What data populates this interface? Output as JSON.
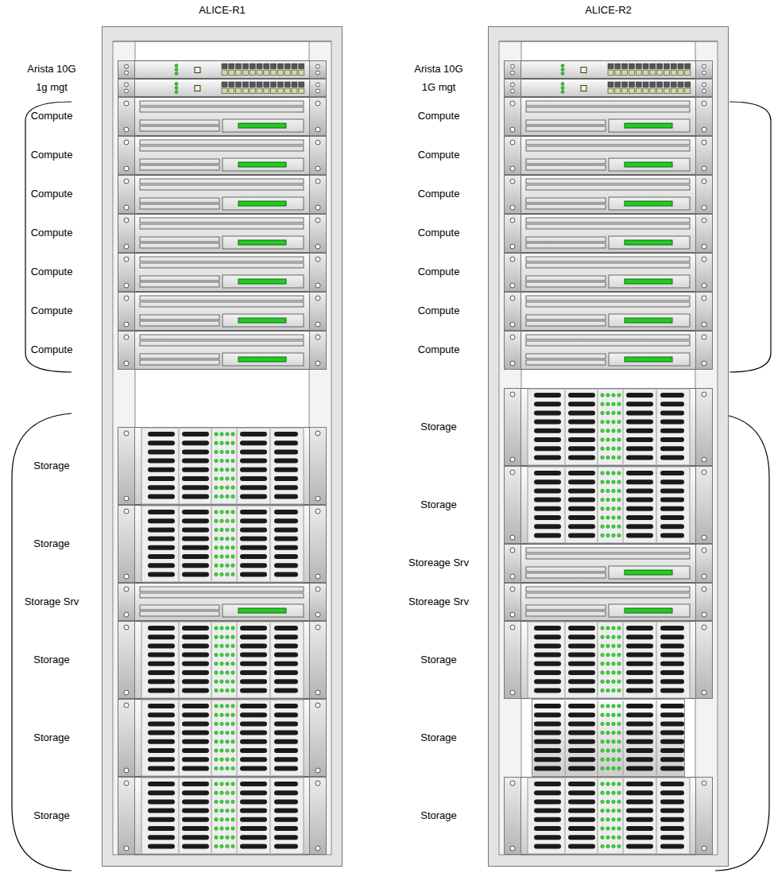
{
  "diagram": {
    "nodes": [
      {
        "text": [
          "ALICE-R1"
        ]
      },
      {
        "text": [
          "Arista 10G"
        ],
        "in": 0
      },
      {
        "text": [
          "1g mgt"
        ],
        "in": 0
      },
      {
        "text": [
          "Compute"
        ],
        "in": 0
      },
      {
        "text": [
          "Compute"
        ],
        "in": 0
      },
      {
        "text": [
          "Compute"
        ],
        "in": 0
      },
      {
        "text": [
          "Compute"
        ],
        "in": 0
      },
      {
        "text": [
          "Compute"
        ],
        "in": 0
      },
      {
        "text": [
          "Compute"
        ],
        "in": 0
      },
      {
        "text": [
          "Compute"
        ],
        "in": 0
      },
      {
        "text": [
          "Storage"
        ],
        "in": 0
      },
      {
        "text": [
          "Storage"
        ],
        "in": 0
      },
      {
        "text": [
          "Storage Srv"
        ],
        "in": 0
      },
      {
        "text": [
          "Storage"
        ],
        "in": 0
      },
      {
        "text": [
          "Storage"
        ],
        "in": 0
      },
      {
        "text": [
          "Storage"
        ],
        "in": 0
      },
      {
        "text": [
          "ALICE-R2"
        ]
      },
      {
        "text": [
          "Arista 10G"
        ],
        "in": 16
      },
      {
        "text": [
          "1G mgt"
        ],
        "in": 16
      },
      {
        "text": [
          "Compute"
        ],
        "in": 16
      },
      {
        "text": [
          "Compute"
        ],
        "in": 16
      },
      {
        "text": [
          "Compute"
        ],
        "in": 16
      },
      {
        "text": [
          "Compute"
        ],
        "in": 16
      },
      {
        "text": [
          "Compute"
        ],
        "in": 16
      },
      {
        "text": [
          "Compute"
        ],
        "in": 16
      },
      {
        "text": [
          "Compute"
        ],
        "in": 16
      },
      {
        "text": [
          "Storage"
        ],
        "in": 16
      },
      {
        "text": [
          "Storage"
        ],
        "in": 16
      },
      {
        "text": [
          "Storeage Srv"
        ],
        "in": 16
      },
      {
        "text": [
          "Storeage Srv"
        ],
        "in": 16
      },
      {
        "text": [
          "Storage"
        ],
        "in": 16
      },
      {
        "text": [
          "Storage"
        ],
        "in": 16
      },
      {
        "text": [
          "Storage"
        ],
        "in": 16
      }
    ]
  }
}
